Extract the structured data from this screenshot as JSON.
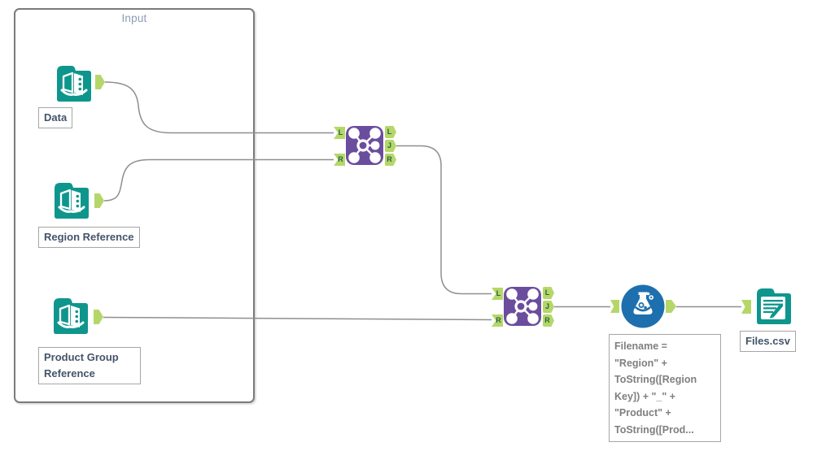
{
  "container": {
    "caption": "Input"
  },
  "nodes": {
    "input_data": {
      "label": "Data"
    },
    "input_region": {
      "label": "Region Reference"
    },
    "input_product": {
      "label": "Product Group Reference"
    },
    "output": {
      "label": "Files.csv"
    },
    "formula": {
      "annotation": "Filename =\n\"Region\" +\nToString([Region\nKey]) + \"_\" +\n\"Product\" +\nToString([Prod..."
    }
  },
  "anchor_labels": {
    "left": "L",
    "join": "J",
    "right": "R"
  },
  "colors": {
    "input_output_tool": "#0e968c",
    "join_tool": "#6b4d9e",
    "formula_tool": "#1e6fae",
    "anchor_green": "#b5d76a",
    "anchor_letter": "#27663b",
    "wire": "#8f8f8f",
    "label_text": "#44546a",
    "annotation_text": "#7f7f7f",
    "container_caption": "#8d9cb4",
    "container_border": "#7b7b7b"
  }
}
